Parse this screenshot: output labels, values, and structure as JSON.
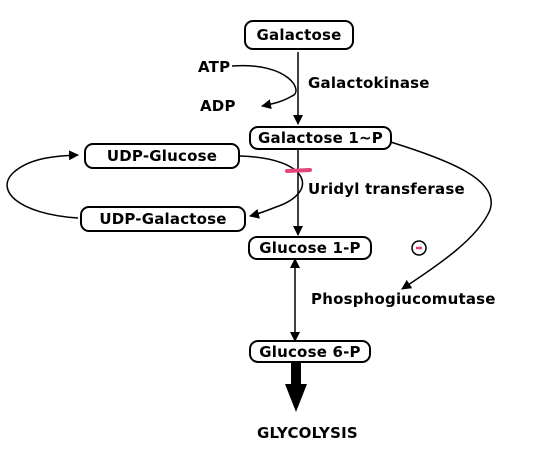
{
  "nodes": {
    "galactose": "Galactose",
    "galactose_1p": "Galactose 1~P",
    "udp_glucose": "UDP-Glucose",
    "udp_galactose": "UDP-Galactose",
    "glucose_1p": "Glucose 1-P",
    "glucose_6p": "Glucose 6-P"
  },
  "labels": {
    "atp": "ATP",
    "adp": "ADP",
    "galactokinase": "Galactokinase",
    "uridyl_transferase": "Uridyl transferase",
    "phosphoglucomutase": "Phosphogiucomutase",
    "glycolysis": "GLYCOLYSIS"
  },
  "colors": {
    "block_marker": "#e0457b",
    "ink": "#000000"
  }
}
